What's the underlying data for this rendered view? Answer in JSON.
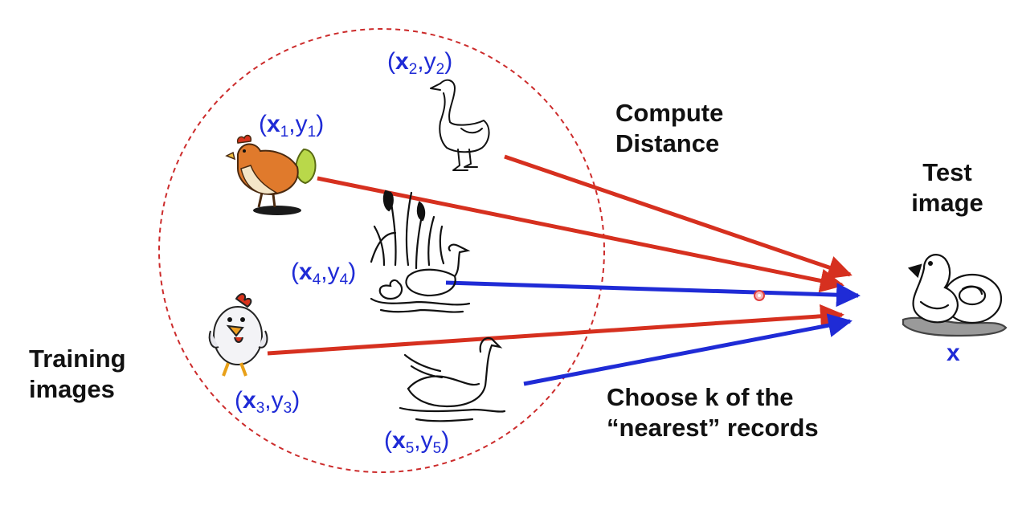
{
  "labels": {
    "p1": {
      "vec": "x",
      "sub_x": "1",
      "y": "y",
      "sub_y": "1"
    },
    "p2": {
      "vec": "x",
      "sub_x": "2",
      "y": "y",
      "sub_y": "2"
    },
    "p3": {
      "vec": "x",
      "sub_x": "3",
      "y": "y",
      "sub_y": "3"
    },
    "p4": {
      "vec": "x",
      "sub_x": "4",
      "y": "y",
      "sub_y": "4"
    },
    "p5": {
      "vec": "x",
      "sub_x": "5",
      "y": "y",
      "sub_y": "5"
    }
  },
  "text": {
    "compute_line1": "Compute",
    "compute_line2": "Distance",
    "test_line1": "Test",
    "test_line2": "image",
    "training_line1": "Training",
    "training_line2": "images",
    "choose_line1": "Choose k of the",
    "choose_line2": "“nearest” records",
    "test_x": "x"
  },
  "colors": {
    "label_blue": "#1f2bd6",
    "arrow_red": "#d6301f",
    "arrow_blue": "#1f2bd6",
    "circle_red": "#cc2b2b"
  }
}
